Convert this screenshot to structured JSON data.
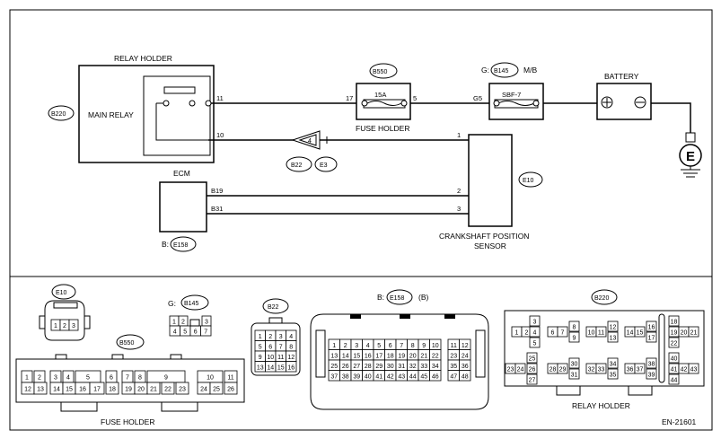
{
  "diagram": {
    "relay_holder_top": "RELAY HOLDER",
    "main_relay": "MAIN RELAY",
    "fuse_holder_top": "FUSE HOLDER",
    "battery": "BATTERY",
    "mb": "M/B",
    "g_prefix": "G:",
    "b_prefix": "B:",
    "ecm": "ECM",
    "crank_sensor_l1": "CRANKSHAFT POSITION",
    "crank_sensor_l2": "SENSOR",
    "fuse_15a": "15A",
    "sbf7": "SBF-7",
    "ground_e": "E",
    "bottom_fuse_holder": "FUSE HOLDER",
    "bottom_relay_holder": "RELAY HOLDER",
    "doc_code": "EN-21601",
    "b_suffix": "(B)",
    "pins": {
      "relay_11": "11",
      "relay_10": "10",
      "fuse_17": "17",
      "fuse_5": "5",
      "sbf_g5": "G5",
      "sensor_1": "1",
      "sensor_2": "2",
      "sensor_3": "3",
      "ecm_b19": "B19",
      "ecm_b31": "B31"
    },
    "connectors": {
      "b220": "B220",
      "b550": "B550",
      "b145": "B145",
      "b22": "B22",
      "e3": "E3",
      "e10": "E10",
      "e158": "E158"
    }
  },
  "bottom_connectors": {
    "e10_pins": [
      "1",
      "2",
      "3"
    ],
    "b145_pins": [
      "1",
      "2",
      "3",
      "4",
      "5",
      "6",
      "7"
    ],
    "b22_pins": [
      "1",
      "2",
      "3",
      "4",
      "5",
      "6",
      "7",
      "8",
      "9",
      "10",
      "11",
      "12",
      "13",
      "14",
      "15",
      "16"
    ],
    "e158_pins": [
      "1",
      "2",
      "3",
      "4",
      "5",
      "6",
      "7",
      "8",
      "9",
      "10",
      "11",
      "12",
      "13",
      "14",
      "15",
      "16",
      "17",
      "18",
      "19",
      "20",
      "21",
      "22",
      "23",
      "24",
      "25",
      "26",
      "27",
      "28",
      "29",
      "30",
      "31",
      "32",
      "33",
      "34",
      "35",
      "36",
      "37",
      "38",
      "39",
      "40",
      "41",
      "42",
      "43",
      "44",
      "45",
      "46",
      "47",
      "48"
    ],
    "b550_top": [
      "1",
      "2",
      "3",
      "4",
      "5",
      "6",
      "7",
      "8",
      "9",
      "10",
      "11"
    ],
    "b550_bottom": [
      "12",
      "13",
      "14",
      "15",
      "16",
      "17",
      "18",
      "19",
      "20",
      "21",
      "22",
      "23",
      "24",
      "25",
      "26"
    ],
    "b220_pins": [
      "1",
      "2",
      "3",
      "4",
      "5",
      "6",
      "7",
      "8",
      "9",
      "10",
      "11",
      "12",
      "13",
      "14",
      "15",
      "16",
      "17",
      "18",
      "19",
      "20",
      "21",
      "22",
      "23",
      "24",
      "25",
      "26",
      "27",
      "28",
      "29",
      "30",
      "31",
      "32",
      "33",
      "34",
      "35",
      "36",
      "37",
      "38",
      "39",
      "40",
      "41",
      "42",
      "43",
      "44"
    ]
  },
  "colors": {
    "line": "#000000",
    "background": "#ffffff",
    "panel": "#e8e8e8"
  },
  "icons": [
    "fuse-icon",
    "battery-plus-icon",
    "battery-minus-icon",
    "ground-icon",
    "relay-contact-icon",
    "connector-arrow-icon"
  ]
}
